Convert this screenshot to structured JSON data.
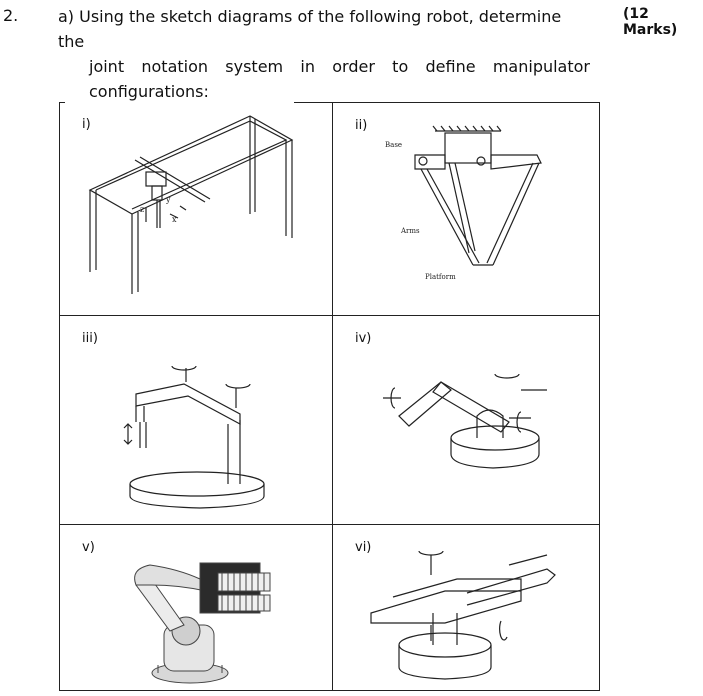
{
  "question": {
    "number": "2.",
    "line1": "a)  Using the sketch diagrams of the following robot, determine the",
    "line2": "joint notation system in order to define manipulator",
    "line3": "configurations:",
    "marks": "(12 Marks)"
  },
  "cells": [
    {
      "label": "i)",
      "axis_labels": [
        "z",
        "y",
        "x"
      ]
    },
    {
      "label": "ii)",
      "callouts": [
        "Base",
        "Arms",
        "Platform"
      ]
    },
    {
      "label": "iii)"
    },
    {
      "label": "iv)"
    },
    {
      "label": "v)"
    },
    {
      "label": "vi)"
    }
  ]
}
